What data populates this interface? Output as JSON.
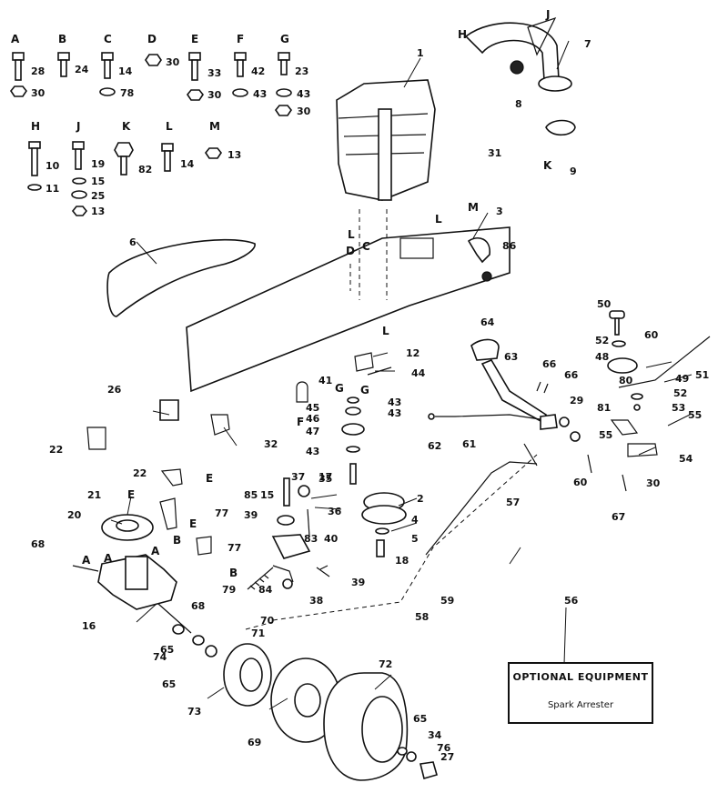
{
  "hardware_legend": [
    {
      "letter": "A",
      "parts": [
        "28",
        "30"
      ]
    },
    {
      "letter": "B",
      "parts": [
        "24"
      ]
    },
    {
      "letter": "C",
      "parts": [
        "14",
        "78"
      ]
    },
    {
      "letter": "D",
      "parts": [
        "30"
      ]
    },
    {
      "letter": "E",
      "parts": [
        "33",
        "30"
      ]
    },
    {
      "letter": "F",
      "parts": [
        "42",
        "43"
      ]
    },
    {
      "letter": "G",
      "parts": [
        "23",
        "43",
        "30"
      ]
    },
    {
      "letter": "H",
      "parts": [
        "10",
        "11"
      ]
    },
    {
      "letter": "J",
      "parts": [
        "19",
        "15",
        "25",
        "13"
      ]
    },
    {
      "letter": "K",
      "parts": [
        "82"
      ]
    },
    {
      "letter": "L",
      "parts": [
        "14"
      ]
    },
    {
      "letter": "M",
      "parts": [
        "13"
      ]
    }
  ],
  "callout_labels": [
    "1",
    "2",
    "3",
    "4",
    "5",
    "6",
    "7",
    "8",
    "9",
    "12",
    "15",
    "16",
    "17",
    "18",
    "20",
    "21",
    "22",
    "22",
    "26",
    "27",
    "29",
    "30",
    "31",
    "32",
    "34",
    "35",
    "36",
    "37",
    "38",
    "39",
    "39",
    "40",
    "41",
    "43",
    "43",
    "43",
    "44",
    "45",
    "46",
    "47",
    "48",
    "49",
    "50",
    "51",
    "52",
    "52",
    "53",
    "54",
    "55",
    "55",
    "56",
    "57",
    "58",
    "59",
    "60",
    "60",
    "61",
    "62",
    "63",
    "64",
    "65",
    "65",
    "65",
    "66",
    "66",
    "67",
    "68",
    "68",
    "69",
    "70",
    "71",
    "72",
    "73",
    "74",
    "76",
    "77",
    "77",
    "79",
    "80",
    "81",
    "83",
    "84",
    "85",
    "86"
  ],
  "reference_letters": [
    "H",
    "J",
    "K",
    "M",
    "L",
    "L",
    "D",
    "C",
    "L",
    "G",
    "G",
    "F",
    "E",
    "E",
    "E",
    "B",
    "B",
    "A",
    "A",
    "A"
  ],
  "optional_equipment": {
    "title": "OPTIONAL EQUIPMENT",
    "item": "Spark Arrester"
  }
}
